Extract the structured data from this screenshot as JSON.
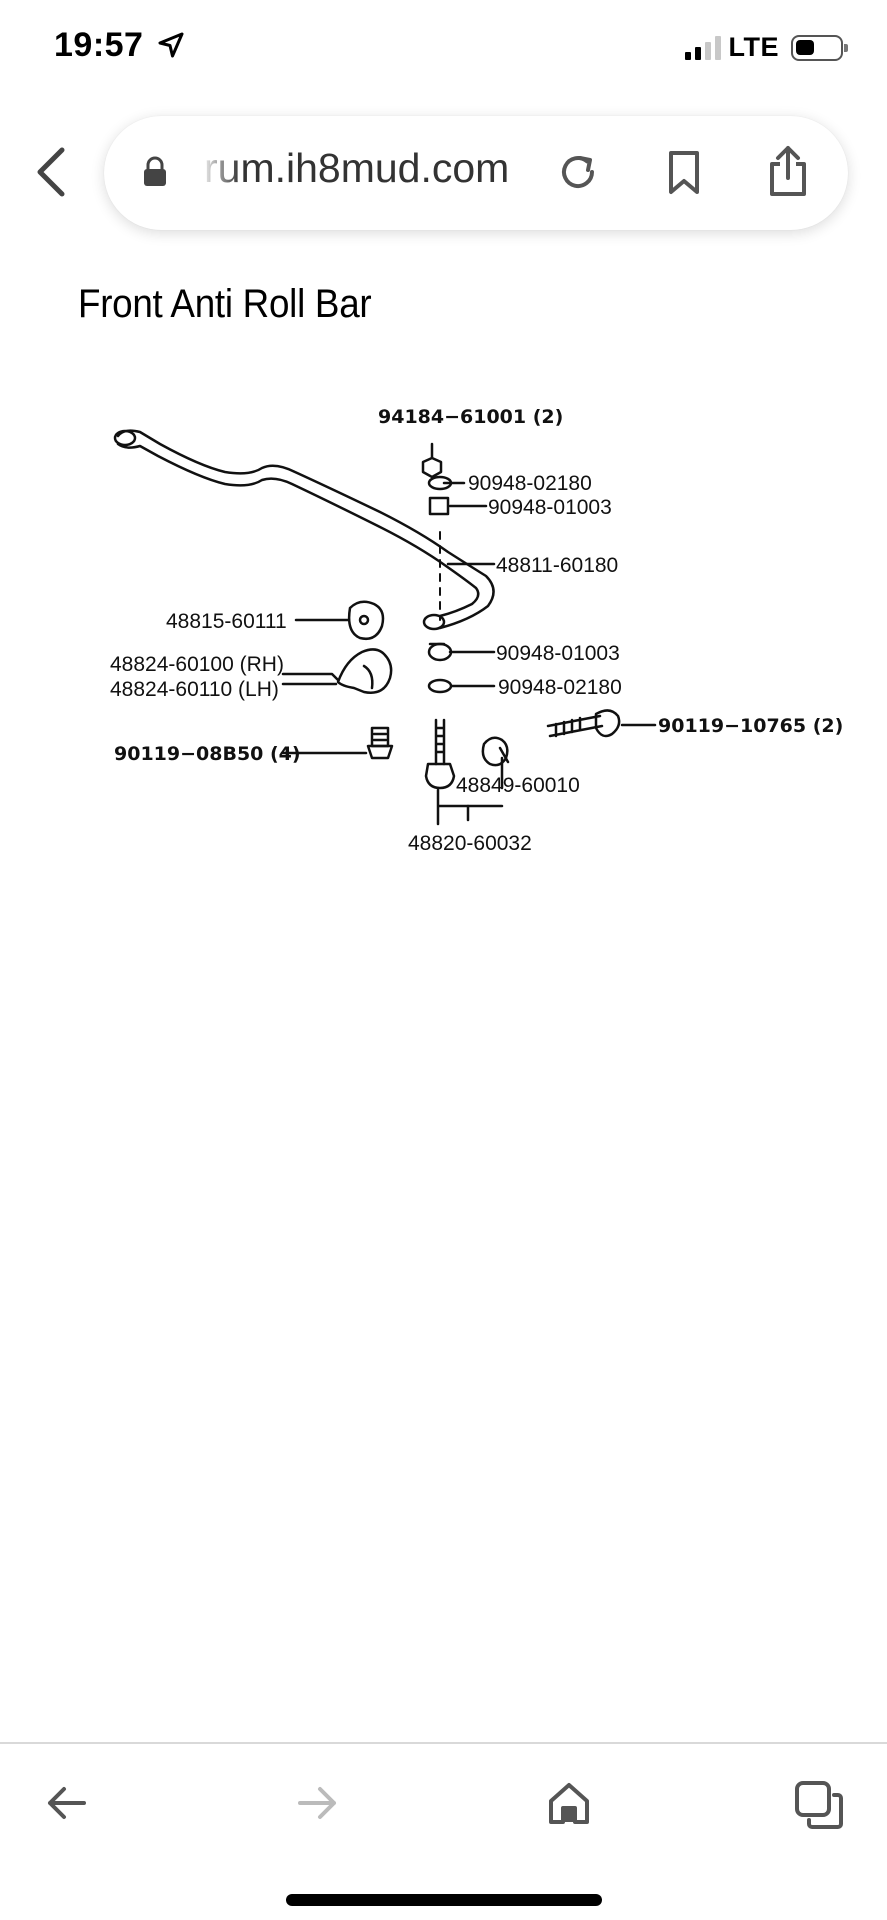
{
  "status_bar": {
    "time": "19:57",
    "network": "LTE",
    "location_icon": "location-arrow-icon",
    "battery_level": 0.3
  },
  "browser": {
    "url": "rum.ih8mud.com",
    "icons": [
      "lock-icon",
      "reload-icon",
      "bookmark-icon",
      "share-icon",
      "back-chevron-icon"
    ]
  },
  "page": {
    "title": "Front Anti Roll Bar",
    "diagram": {
      "parts": [
        {
          "id": "p1",
          "text": "94184−61001 (2)"
        },
        {
          "id": "p2",
          "text": "90948-02180"
        },
        {
          "id": "p3",
          "text": "90948-01003"
        },
        {
          "id": "p4",
          "text": "48811-60180"
        },
        {
          "id": "p5",
          "text": "48815-60111"
        },
        {
          "id": "p6",
          "text": "90948-01003"
        },
        {
          "id": "p7",
          "text": "48824-60100 (RH)"
        },
        {
          "id": "p8",
          "text": "48824-60110 (LH)"
        },
        {
          "id": "p9",
          "text": "90948-02180"
        },
        {
          "id": "p10",
          "text": "90119−10765 (2)"
        },
        {
          "id": "p11",
          "text": "90119−08B50 (4)"
        },
        {
          "id": "p12",
          "text": "48849-60010"
        },
        {
          "id": "p13",
          "text": "48820-60032"
        }
      ]
    }
  },
  "toolbar": {
    "icons": [
      "back-arrow-icon",
      "forward-arrow-icon",
      "home-icon",
      "tabs-icon"
    ]
  }
}
